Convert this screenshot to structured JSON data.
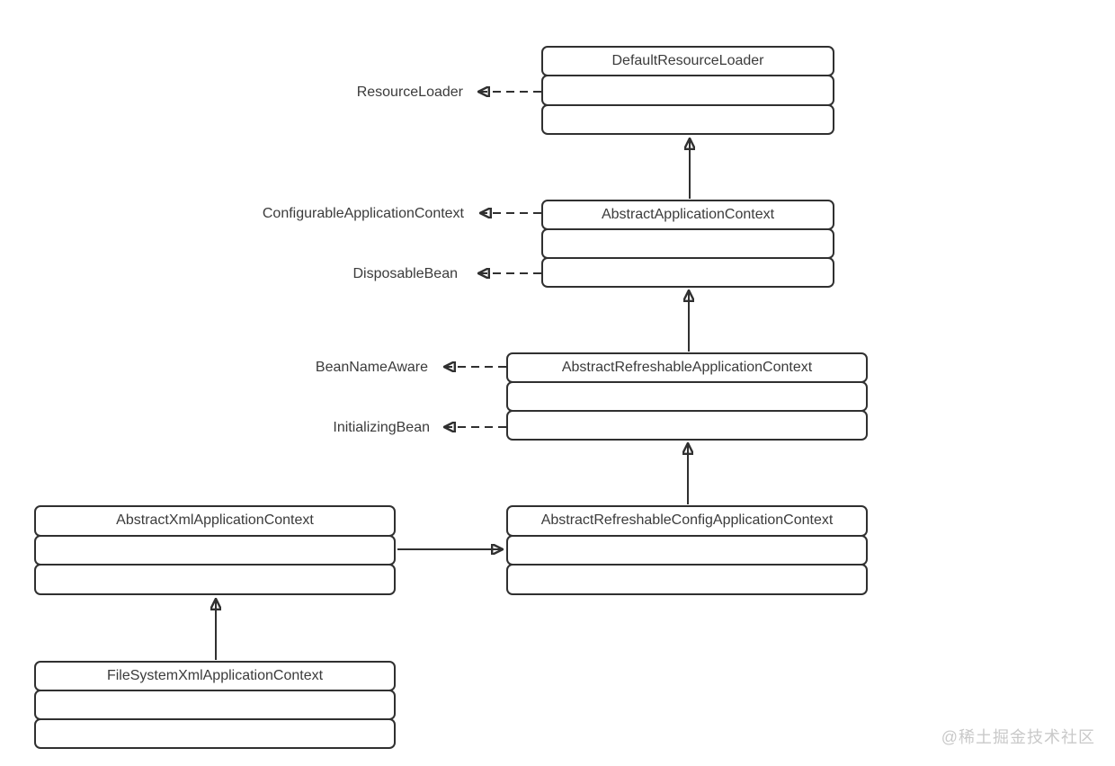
{
  "diagram": {
    "classes": [
      {
        "name": "DefaultResourceLoader"
      },
      {
        "name": "AbstractApplicationContext"
      },
      {
        "name": "AbstractRefreshableApplicationContext"
      },
      {
        "name": "AbstractRefreshableConfigApplicationContext"
      },
      {
        "name": "AbstractXmlApplicationContext"
      },
      {
        "name": "FileSystemXmlApplicationContext"
      }
    ],
    "interfaces": [
      {
        "name": "ResourceLoader",
        "realized_by": "DefaultResourceLoader"
      },
      {
        "name": "ConfigurableApplicationContext",
        "realized_by": "AbstractApplicationContext"
      },
      {
        "name": "DisposableBean",
        "realized_by": "AbstractApplicationContext"
      },
      {
        "name": "BeanNameAware",
        "realized_by": "AbstractRefreshableApplicationContext"
      },
      {
        "name": "InitializingBean",
        "realized_by": "AbstractRefreshableApplicationContext"
      }
    ],
    "edges": [
      {
        "from": "AbstractApplicationContext",
        "to": "DefaultResourceLoader",
        "type": "extends",
        "style": "solid-arrow-up"
      },
      {
        "from": "AbstractRefreshableApplicationContext",
        "to": "AbstractApplicationContext",
        "type": "extends",
        "style": "solid-arrow-up"
      },
      {
        "from": "AbstractRefreshableConfigApplicationContext",
        "to": "AbstractRefreshableApplicationContext",
        "type": "extends",
        "style": "solid-arrow-up"
      },
      {
        "from": "AbstractXmlApplicationContext",
        "to": "AbstractRefreshableConfigApplicationContext",
        "type": "extends",
        "style": "solid-arrow-right"
      },
      {
        "from": "FileSystemXmlApplicationContext",
        "to": "AbstractXmlApplicationContext",
        "type": "extends",
        "style": "solid-arrow-up"
      },
      {
        "from": "DefaultResourceLoader",
        "to": "ResourceLoader",
        "type": "implements",
        "style": "dashed-arrow-left"
      },
      {
        "from": "AbstractApplicationContext",
        "to": "ConfigurableApplicationContext",
        "type": "implements",
        "style": "dashed-arrow-left"
      },
      {
        "from": "AbstractApplicationContext",
        "to": "DisposableBean",
        "type": "implements",
        "style": "dashed-arrow-left"
      },
      {
        "from": "AbstractRefreshableApplicationContext",
        "to": "BeanNameAware",
        "type": "implements",
        "style": "dashed-arrow-left"
      },
      {
        "from": "AbstractRefreshableApplicationContext",
        "to": "InitializingBean",
        "type": "implements",
        "style": "dashed-arrow-left"
      }
    ],
    "colors": {
      "line": "#303030",
      "text": "#3b3b3b",
      "box_background": "#ffffff",
      "page_background": "#ffffff",
      "watermark": "#c9c9c9"
    }
  },
  "watermark": {
    "text": "@稀土掘金技术社区"
  }
}
